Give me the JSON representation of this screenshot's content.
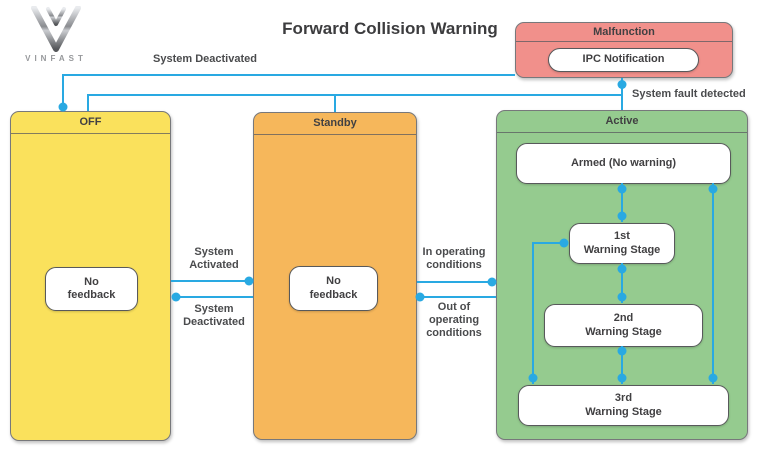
{
  "colors": {
    "state-yellow": "#fae15c",
    "state-orange": "#f6b75b",
    "state-green": "#95cb8f",
    "state-red": "#f1908b",
    "line-blue": "#29a9e2"
  },
  "logo": {
    "wordmark": "VINFAST"
  },
  "title": "Forward Collision Warning",
  "states": {
    "off": {
      "title": "OFF",
      "feedback": "No\nfeedback"
    },
    "standby": {
      "title": "Standby",
      "feedback": "No\nfeedback"
    },
    "active": {
      "title": "Active",
      "armed": "Armed (No warning)",
      "stage1": "1st\nWarning Stage",
      "stage2": "2nd\nWarning Stage",
      "stage3": "3rd\nWarning Stage"
    },
    "malfunction": {
      "title": "Malfunction",
      "notification": "IPC Notification"
    }
  },
  "edges": {
    "system_deactivated_top": "System Deactivated",
    "system_fault_detected": "System fault detected",
    "system_activated": "System\nActivated",
    "system_deactivated": "System\nDeactivated",
    "in_operating_conditions": "In operating\nconditions",
    "out_operating_conditions": "Out of\noperating\nconditions"
  }
}
